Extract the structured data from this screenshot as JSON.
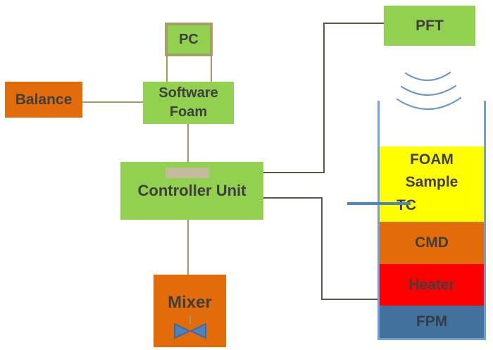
{
  "boxes": {
    "pc": {
      "label": "PC"
    },
    "balance": {
      "label": "Balance"
    },
    "software": {
      "label": "Software Foam"
    },
    "controller": {
      "label": "Controller Unit"
    },
    "mixer": {
      "label": "Mixer"
    },
    "pft": {
      "label": "PFT"
    }
  },
  "vessel": {
    "foam_line1": "FOAM",
    "foam_line2": "Sample",
    "tc": "TC",
    "cmd": "CMD",
    "heater": "Heater",
    "fpm": "FPM"
  },
  "colors": {
    "box_green": "#92d050",
    "box_orange": "#e36c0a",
    "layer_yellow": "#ffff00",
    "layer_red": "#ff0000",
    "layer_steel_blue": "#41719c",
    "vessel_wall_blue": "#6fa0d8",
    "connector_tan": "#a39a67",
    "connector_dark": "#5b5646",
    "pc_border_tan": "#a59e66",
    "controller_slot_tan": "#c3ba9b",
    "valve_blue": "#4f81bd",
    "wave_blue": "#6b9ace",
    "tc_probe_blue": "#4d87c7",
    "label_text": "#3f3f3f"
  }
}
